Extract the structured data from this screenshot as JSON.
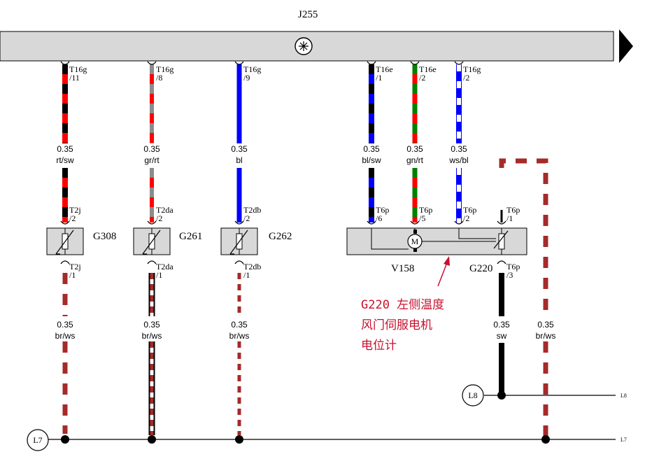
{
  "ecu": {
    "label": "J255"
  },
  "wires": [
    {
      "pin_top": "T16g",
      "pin_top_num": "/11",
      "size1": "0.35",
      "color1": "rt/sw",
      "pin_mid": "T2j",
      "pin_mid_num": "/2",
      "pin_bot": "T2j",
      "pin_bot_num": "/1",
      "size2": "0.35",
      "color2": "br/ws",
      "component": "G308"
    },
    {
      "pin_top": "T16g",
      "pin_top_num": "/8",
      "size1": "0.35",
      "color1": "gr/rt",
      "pin_mid": "T2da",
      "pin_mid_num": "/2",
      "pin_bot": "T2da",
      "pin_bot_num": "/1",
      "size2": "0.35",
      "color2": "br/ws",
      "component": "G261"
    },
    {
      "pin_top": "T16g",
      "pin_top_num": "/9",
      "size1": "0.35",
      "color1": "bl",
      "pin_mid": "T2db",
      "pin_mid_num": "/2",
      "pin_bot": "T2db",
      "pin_bot_num": "/1",
      "size2": "0.35",
      "color2": "br/ws",
      "component": "G262"
    },
    {
      "pin_top": "T16e",
      "pin_top_num": "/1",
      "size1": "0.35",
      "color1": "bl/sw",
      "pin_mid": "T6p",
      "pin_mid_num": "/6"
    },
    {
      "pin_top": "T16e",
      "pin_top_num": "/2",
      "size1": "0.35",
      "color1": "gn/rt",
      "pin_mid": "T6p",
      "pin_mid_num": "/5"
    },
    {
      "pin_top": "T16g",
      "pin_top_num": "/2",
      "size1": "0.35",
      "color1": "ws/bl",
      "pin_mid": "T6p",
      "pin_mid_num": "/2"
    },
    {
      "pin_mid": "T6p",
      "pin_mid_num": "/1",
      "pin_bot": "T6p",
      "pin_bot_num": "/3",
      "size2": "0.35",
      "color2": "sw"
    },
    {
      "size2": "0.35",
      "color2": "br/ws"
    }
  ],
  "motor": {
    "component": "V158",
    "symbol": "M"
  },
  "pot": {
    "component": "G220"
  },
  "grounds": [
    {
      "label": "L7",
      "edge_label": "L7"
    },
    {
      "label": "L8",
      "edge_label": "L8"
    }
  ],
  "annotation": {
    "lines": [
      "G220 左侧温度",
      "风门伺服电机",
      "电位计"
    ]
  },
  "colors": {
    "red": "#ff0000",
    "black": "#000000",
    "gray": "#8c8c8c",
    "blue": "#0000ff",
    "green": "#008000",
    "white": "#ffffff",
    "brown": "#a52a2a",
    "bar": "#d8d8d8",
    "annotation": "#c8102e"
  },
  "icons": {
    "ecu_symbol": "star-ground-icon",
    "arrow": "right-triangle-icon"
  }
}
